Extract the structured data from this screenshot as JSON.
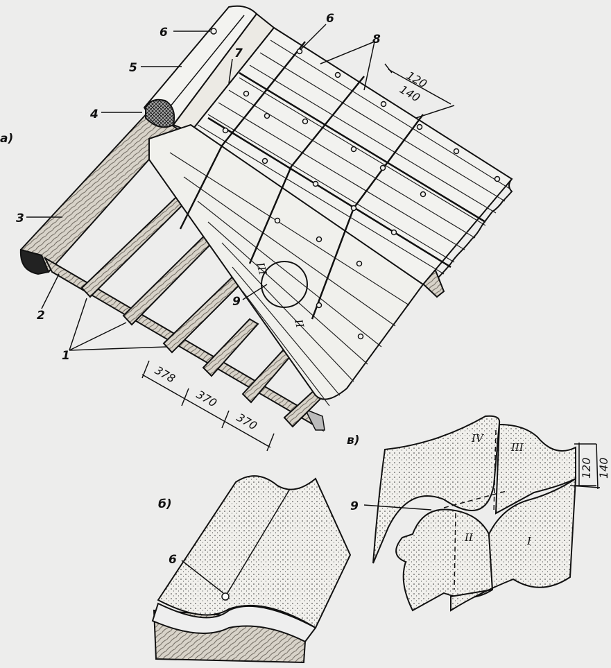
{
  "panels": {
    "a": "а)",
    "b": "б)",
    "v": "в)"
  },
  "labels": {
    "l1": "1",
    "l2": "2",
    "l3": "3",
    "l4": "4",
    "l5": "5",
    "l6_top": "6",
    "l6_mid": "6",
    "l6_b": "6",
    "l7": "7",
    "l8": "8",
    "l9_a": "9",
    "l9_v": "9"
  },
  "dimensions": {
    "d120_a": "120",
    "d140_a": "140",
    "d378": "378",
    "d370_1": "370",
    "d370_2": "370",
    "d120_v": "120",
    "d140_v": "140"
  },
  "roman": {
    "r1": "I",
    "r2": "II",
    "r3": "III",
    "r4": "IV",
    "a_r2": "II",
    "a_r3": "III"
  },
  "colors": {
    "ink": "#111111",
    "paper": "#ededec",
    "wood": "#cfcac0",
    "sheet": "#f2f2ef"
  }
}
